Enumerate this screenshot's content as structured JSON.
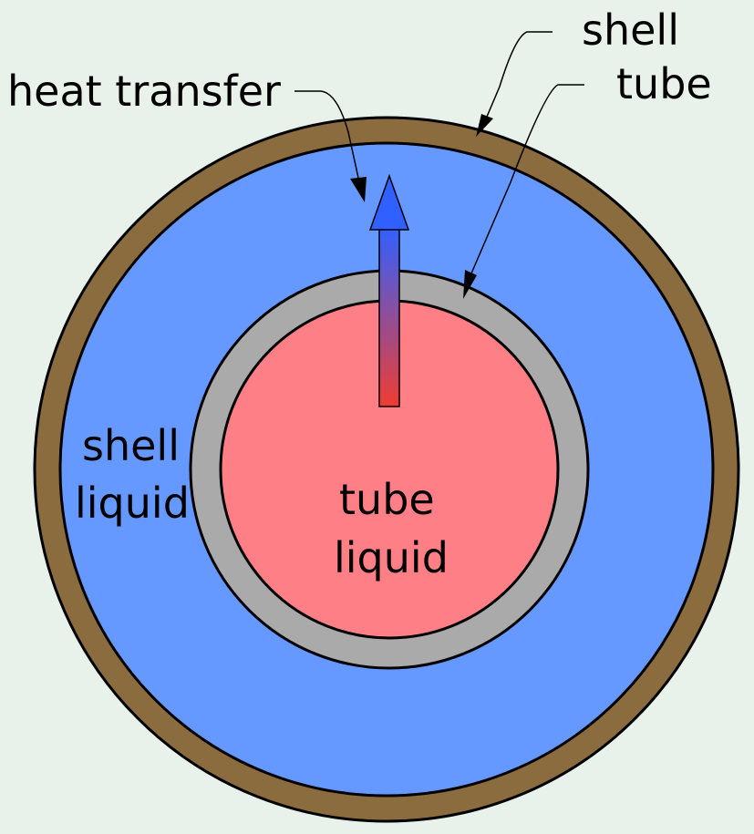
{
  "labels": {
    "heat_transfer": "heat transfer",
    "shell": "shell",
    "tube": "tube",
    "shell_liquid_line1": "shell",
    "shell_liquid_line2": "liquid",
    "tube_liquid_line1": "tube",
    "tube_liquid_line2": "liquid"
  },
  "colors": {
    "background": "#e8f2ea",
    "shell_wall": "#8b6c3e",
    "shell_liquid": "#6699ff",
    "tube_wall": "#aaaaaa",
    "tube_liquid": "#ff7f87",
    "arrow_hot": "#f03c32",
    "arrow_cold": "#3060ff"
  }
}
